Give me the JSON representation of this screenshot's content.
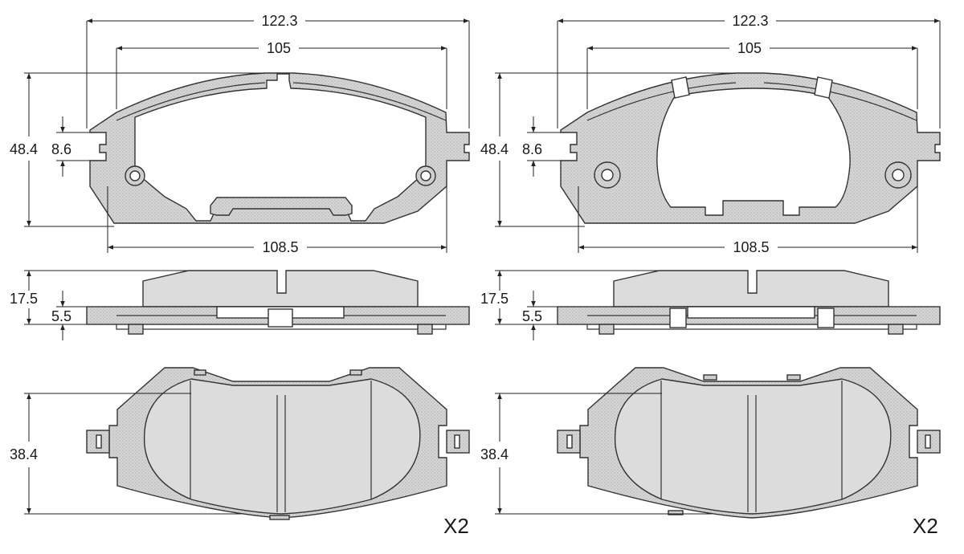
{
  "colors": {
    "backing": "#d6d6d6",
    "pad": "#dcdcdc",
    "line": "#333333"
  },
  "left": {
    "top_width_outer": "122.3",
    "top_width_inner": "105",
    "bottom_width": "108.5",
    "height": "48.4",
    "tab_height": "8.6",
    "thickness_total": "17.5",
    "thickness_plate": "5.5",
    "pad_height": "38.4",
    "quantity": "X2"
  },
  "right": {
    "top_width_outer": "122.3",
    "top_width_inner": "105",
    "bottom_width": "108.5",
    "height": "48.4",
    "tab_height": "8.6",
    "thickness_total": "17.5",
    "thickness_plate": "5.5",
    "pad_height": "38.4",
    "quantity": "X2"
  }
}
